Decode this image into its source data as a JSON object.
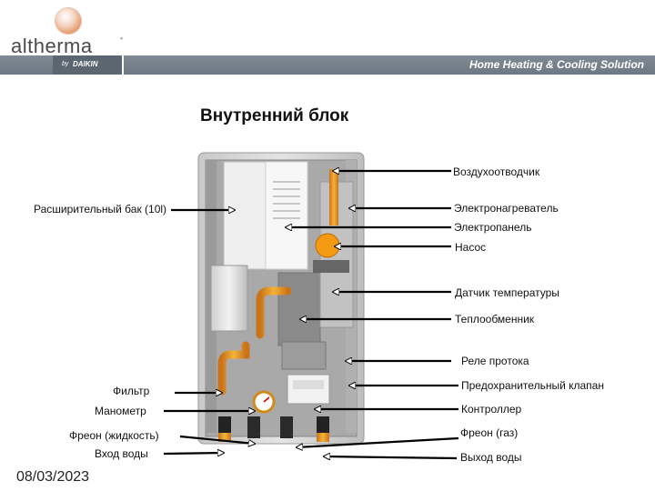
{
  "header": {
    "brand": "altherma",
    "by": "by",
    "daikin": "DAIKIN",
    "tagline": "Home Heating & Cooling Solution"
  },
  "title": "Внутренний блок",
  "labels": {
    "expansion_tank": "Расширительный бак (10l)",
    "filter": "Фильтр",
    "manometer": "Манометр",
    "freon_liquid": "Фреон (жидкость)",
    "water_in": "Вход воды",
    "air_vent": "Воздухоотводчик",
    "electric_heater": "Электронагреватель",
    "electric_panel": "Электропанель",
    "pump": "Насос",
    "temp_sensor": "Датчик температуры",
    "heat_exchanger": "Теплообменник",
    "flow_relay": "Реле протока",
    "safety_valve": "Предохранительный клапан",
    "controller": "Контроллер",
    "freon_gas": "Фреон (газ)",
    "water_out": "Выход воды"
  },
  "footer": {
    "date": "08/03/2023"
  },
  "colors": {
    "bar": "#747e8a",
    "pipe": "#e8a21a",
    "panel": "#d9d9d9"
  }
}
